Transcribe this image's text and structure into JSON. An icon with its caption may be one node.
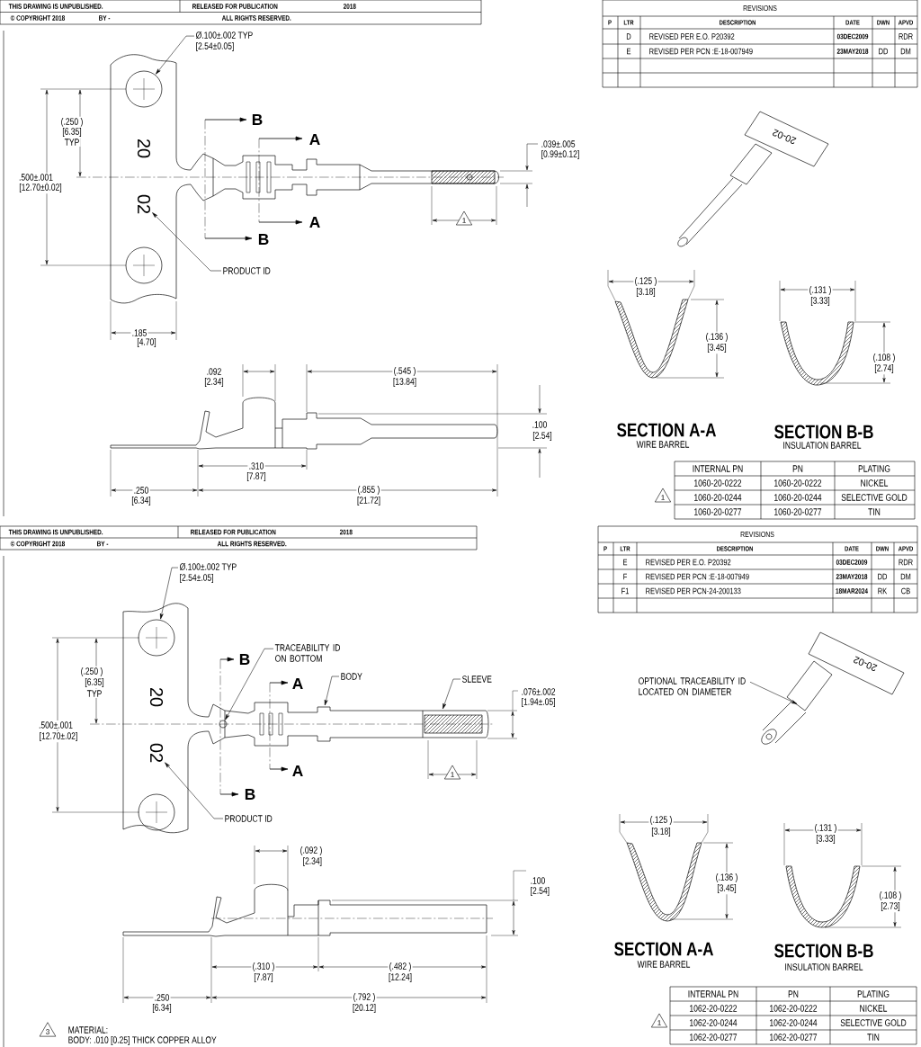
{
  "diagram": {
    "nodes": [
      {
        "text": [
          "Ø.100±.002 TYP",
          "[2.54±0.05]"
        ]
      },
      {
        "text": [],
        "shape": "circle"
      },
      {
        "text": [
          "PRODUCT ID"
        ]
      },
      {
        "text": [
          "02"
        ]
      },
      {
        "text": [
          "Ø.100±.002 TYP",
          "[2.54±.05]"
        ]
      },
      {
        "text": [],
        "shape": "circle"
      },
      {
        "text": [
          "TRACEABILITY ID ON BOTTOM"
        ]
      },
      {
        "text": [
          "BODY"
        ]
      },
      {
        "text": [
          "SLEEVE"
        ]
      },
      {
        "text": [
          "PRODUCT ID"
        ]
      },
      {
        "text": [
          "02"
        ]
      },
      {
        "text": [
          "OPTIONAL TRACEABILITY ID LOCATED ON DIAMETER"
        ]
      },
      {
        "text": [],
        "shape": "picture"
      }
    ],
    "edges": [
      {
        "from": 0,
        "to": 1,
        "arrow": "to"
      },
      {
        "from": 2,
        "to": 3,
        "arrow": "to"
      },
      {
        "from": 4,
        "to": 5,
        "arrow": "to"
      },
      {
        "from": 6,
        "to": null,
        "arrow": "to"
      },
      {
        "from": 7,
        "to": null,
        "arrow": "to"
      },
      {
        "from": 8,
        "to": null,
        "arrow": "to"
      },
      {
        "from": 9,
        "to": 10,
        "arrow": "to"
      },
      {
        "from": 11,
        "to": 12,
        "arrow": "to"
      }
    ],
    "labels": [
      "THIS DRAWING IS UNPUBLISHED.",
      "RELEASED FOR PUBLICATION",
      "2018",
      "© COPYRIGHT 2018",
      "BY -",
      "ALL RIGHTS RESERVED.",
      "REVISIONS",
      "P",
      "LTR",
      "DESCRIPTION",
      "DATE",
      "DWN",
      "APVD",
      "D",
      "REVISED PER E.O. P20392",
      "03DEC2009",
      "RDR",
      "E",
      "REVISED PER PCN :E-18-007949",
      "23MAY2018",
      "DD",
      "DM",
      "(.250 )",
      "[6.35]",
      "TYP",
      "B",
      "A",
      "20",
      ".039±.005",
      "[0.99±0.12]",
      ".500±.001",
      "[12.70±0.02]",
      "1",
      "A",
      "B",
      "20-02",
      "(.125 )",
      "[3.18]",
      "(.131 )",
      "[3.33]",
      ".185",
      "[4.70]",
      "(.136 )",
      "[3.45]",
      ".092",
      "(.545 )",
      "(.108 )",
      "[2.74]",
      "[2.34]",
      "[13.84]",
      ".100",
      "[2.54]",
      "SECTION A-A",
      "SECTION B-B",
      "WIRE BARREL",
      "INSULATION BARREL",
      ".310",
      "[7.87]",
      "INTERNAL PN",
      "PN",
      "PLATING",
      "1060-20-0222",
      "1060-20-0222",
      "NICKEL",
      ".250",
      "[6.34]",
      "(.855 )",
      "[21.72]",
      "1",
      "1060-20-0244",
      "1060-20-0244",
      "SELECTIVE GOLD",
      "1060-20-0277",
      "1060-20-0277",
      "TIN",
      "THIS DRAWING IS UNPUBLISHED.",
      "RELEASED FOR PUBLICATION",
      "2018",
      "© COPYRIGHT 2018",
      "BY -",
      "ALL RIGHTS RESERVED.",
      "REVISIONS",
      "P",
      "LTR",
      "DESCRIPTION",
      "DATE",
      "DWN",
      "APVD",
      "E",
      "REVISED PER E.O. P20392",
      "03DEC2009",
      "RDR",
      "F",
      "REVISED PER PCN :E-18-007949",
      "23MAY2018",
      "DD",
      "DM",
      "F1",
      "REVISED PER PCN-24-200133",
      "18MAR2024",
      "RK",
      "CB",
      "B",
      "(.250 )",
      "[6.35]",
      "TYP",
      "A",
      ".076±.002",
      "[1.94±.05]",
      "20",
      "20-02",
      ".500±.001",
      "[12.70±.02]",
      "A",
      "1",
      "B",
      "(.125 )",
      "[3.18]",
      "(.131 )",
      "[3.33]",
      "(.092 )",
      "[2.34]",
      "(.136 )",
      "[3.45]",
      ".100",
      "[2.54]",
      "(.108 )",
      "[2.73]",
      "SECTION A-A",
      "SECTION B-B",
      "(.310 )",
      "(.482 )",
      "WIRE BARREL",
      "INSULATION BARREL",
      "[7.87]",
      "[12.24]",
      "INTERNAL PN",
      "PN",
      "PLATING",
      ".250",
      "[6.34]",
      "(.792 )",
      "[20.12]",
      "1062-20-0222",
      "1062-20-0222",
      "NICKEL",
      "3",
      "MATERIAL:",
      "1",
      "1062-20-0244",
      "1062-20-0244",
      "SELECTIVE GOLD",
      "BODY: .010 [0.25] THICK COPPER ALLOY",
      "1062-20-0277",
      "1062-20-0277",
      "TIN"
    ]
  }
}
